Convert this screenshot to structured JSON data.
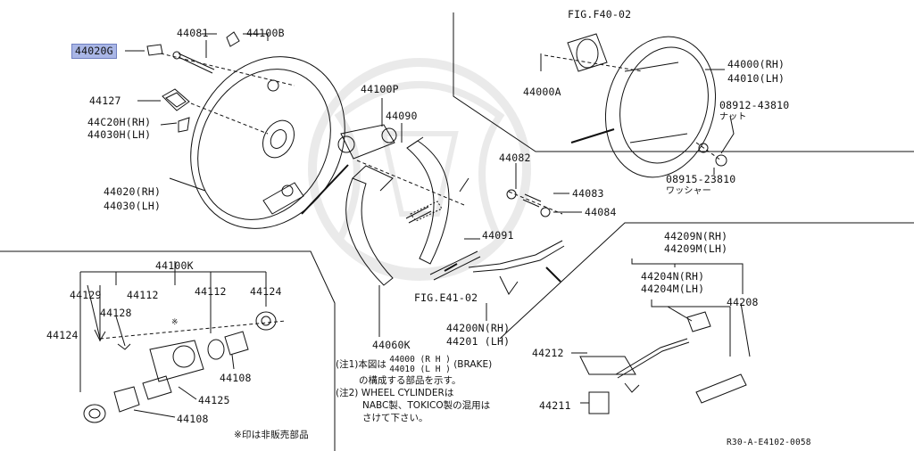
{
  "labels": {
    "l44020G": "44020G",
    "l44081": "44081",
    "l44100B": "44100B",
    "l44127": "44127",
    "l44020H_rh": "44C20H(RH)",
    "l44030H_lh": "44030H(LH)",
    "l44020_rh": "44020(RH)",
    "l44030_lh": "44030(LH)",
    "l44100P": "44100P",
    "l44090": "44090",
    "l44082": "44082",
    "l44083": "44083",
    "l44084": "44084",
    "l44091": "44091",
    "fig_e41": "FIG.E41-02",
    "l44060K": "44060K",
    "l44200N": "44200N(RH)",
    "l44201": "44201  (LH)",
    "fig_f40": "FIG.F40-02",
    "l44000A": "44000A",
    "l44000_rh": "44000(RH)",
    "l44010_lh": "44010(LH)",
    "l08912": "08912-43810",
    "nut": "ナット",
    "l08915": "08915-23810",
    "washer": "ワッシャー",
    "l44209N": "44209N(RH)",
    "l44209M": "44209M(LH)",
    "l44204N": "44204N(RH)",
    "l44204M": "44204M(LH)",
    "l44208": "44208",
    "l44212": "44212",
    "l44211": "44211",
    "l44100K": "44100K",
    "l44129": "44129",
    "l44112a": "44112",
    "l44112b": "44112",
    "l44124a": "44124",
    "l44124b": "44124",
    "l44128": "44128",
    "l44125": "44125",
    "l44108a": "44108",
    "l44108b": "44108",
    "asterisk": "※"
  },
  "notes": {
    "note1_a": "(注1)本図は",
    "note1_rh": "44000 (R H )",
    "note1_lh": "44010 (L H )",
    "note1_brake": "(BRAKE)",
    "note1_b": "の構成する部品を示す。",
    "note2_a": "(注2) WHEEL CYLINDERは",
    "note2_b": "NABC製、TOKICO製の混用は",
    "note2_c": "さけて下さい。",
    "not_sold": "※印は非販売部品"
  },
  "ref_code": "R30-A-E4102-0058"
}
